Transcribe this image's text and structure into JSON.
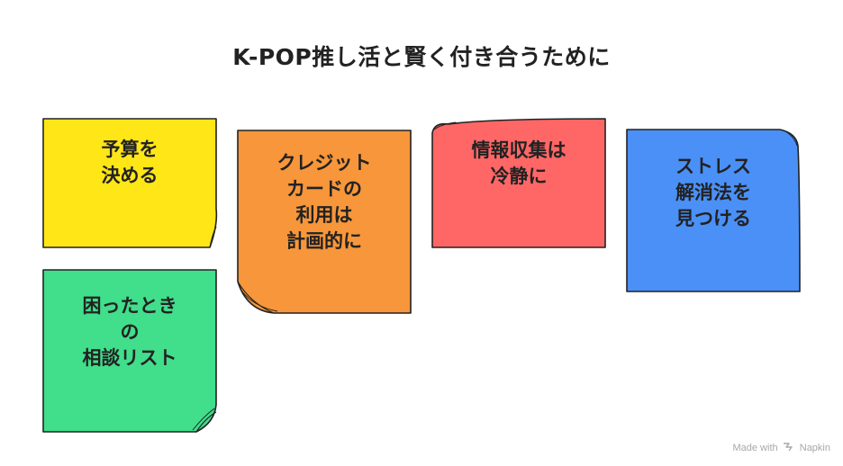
{
  "title": "K-POP推し活と賢く付き合うために",
  "notes": [
    {
      "name": "note-budget",
      "color": "#FFE617",
      "lines": [
        "予算を",
        "決める"
      ]
    },
    {
      "name": "note-credit-card",
      "color": "#F7963A",
      "lines": [
        "クレジット",
        "カードの",
        "利用は",
        "計画的に"
      ]
    },
    {
      "name": "note-information",
      "color": "#FF6766",
      "lines": [
        "情報収集は",
        "冷静に"
      ]
    },
    {
      "name": "note-stress",
      "color": "#4A90F7",
      "lines": [
        "ストレス",
        "解消法を",
        "見つける"
      ]
    },
    {
      "name": "note-consultation",
      "color": "#41DE8B",
      "lines": [
        "困ったとき",
        "の",
        "相談リスト"
      ]
    }
  ],
  "credit": {
    "made_with": "Made with",
    "brand": "Napkin",
    "icon": "napkin-logo-icon"
  }
}
